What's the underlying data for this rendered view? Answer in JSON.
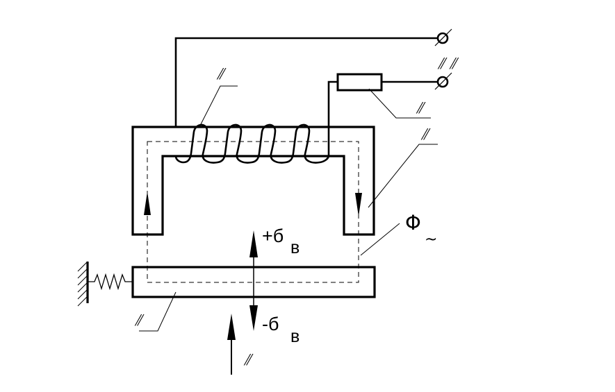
{
  "diagram": {
    "flux_symbol": "Φ",
    "flux_subscript": "~",
    "gap_plus": "+б",
    "gap_minus": "-б",
    "gap_subscript": "в",
    "placeholder_glyph": "⫽",
    "terminal_glyph": "⫽ ⫽"
  }
}
